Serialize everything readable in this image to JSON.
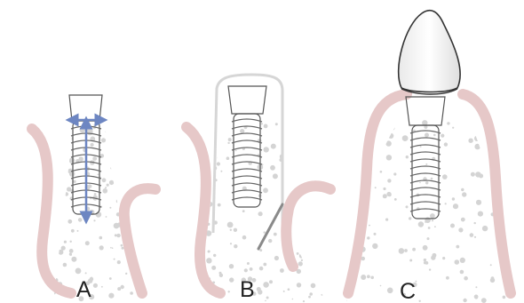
{
  "panels": [
    {
      "label": "A"
    },
    {
      "label": "B"
    },
    {
      "label": "C"
    }
  ],
  "colors": {
    "gum": "#e6c8c8",
    "bone_dot": "#d4d4d4",
    "measure_arrow": "#6d86c2",
    "implant_fill": "#f4f4f4",
    "membrane": "#d6d6d6",
    "pin": "#8a8a8a"
  }
}
